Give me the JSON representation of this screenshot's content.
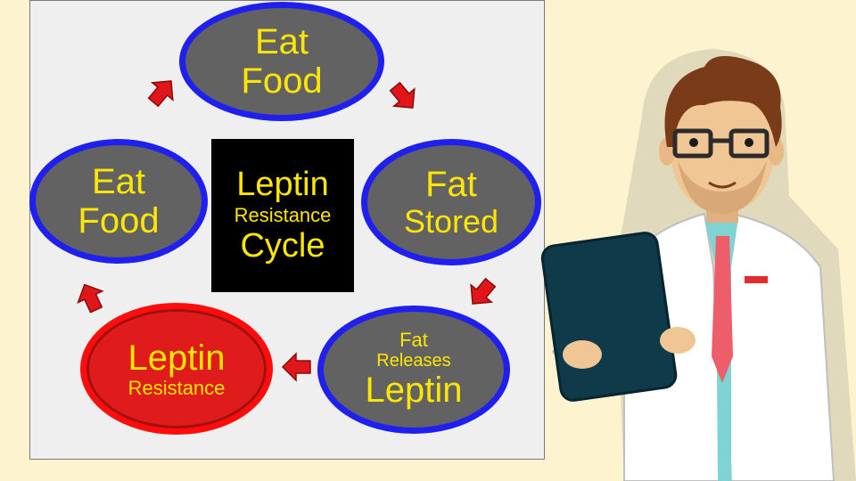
{
  "diagram": {
    "center": {
      "line1": "Leptin",
      "line2": "Resistance",
      "line3": "Cycle"
    },
    "nodes": {
      "eat_food_top": {
        "line1": "Eat",
        "line2": "Food"
      },
      "fat_stored": {
        "line1": "Fat",
        "line2": "Stored"
      },
      "fat_releases_leptin": {
        "line1": "Fat",
        "line2": "Releases",
        "line3": "Leptin"
      },
      "leptin_resistance": {
        "line1": "Leptin",
        "line2": "Resistance"
      },
      "eat_food_left": {
        "line1": "Eat",
        "line2": "Food"
      }
    }
  },
  "colors": {
    "background": "#fdf3cf",
    "panel": "#efefef",
    "node_fill": "#626262",
    "node_border": "#1f1ff0",
    "highlight_node": "#e01b1b",
    "text": "#ffe600",
    "arrow": "#e0161b"
  },
  "illustration": {
    "subject": "doctor-with-clipboard"
  }
}
